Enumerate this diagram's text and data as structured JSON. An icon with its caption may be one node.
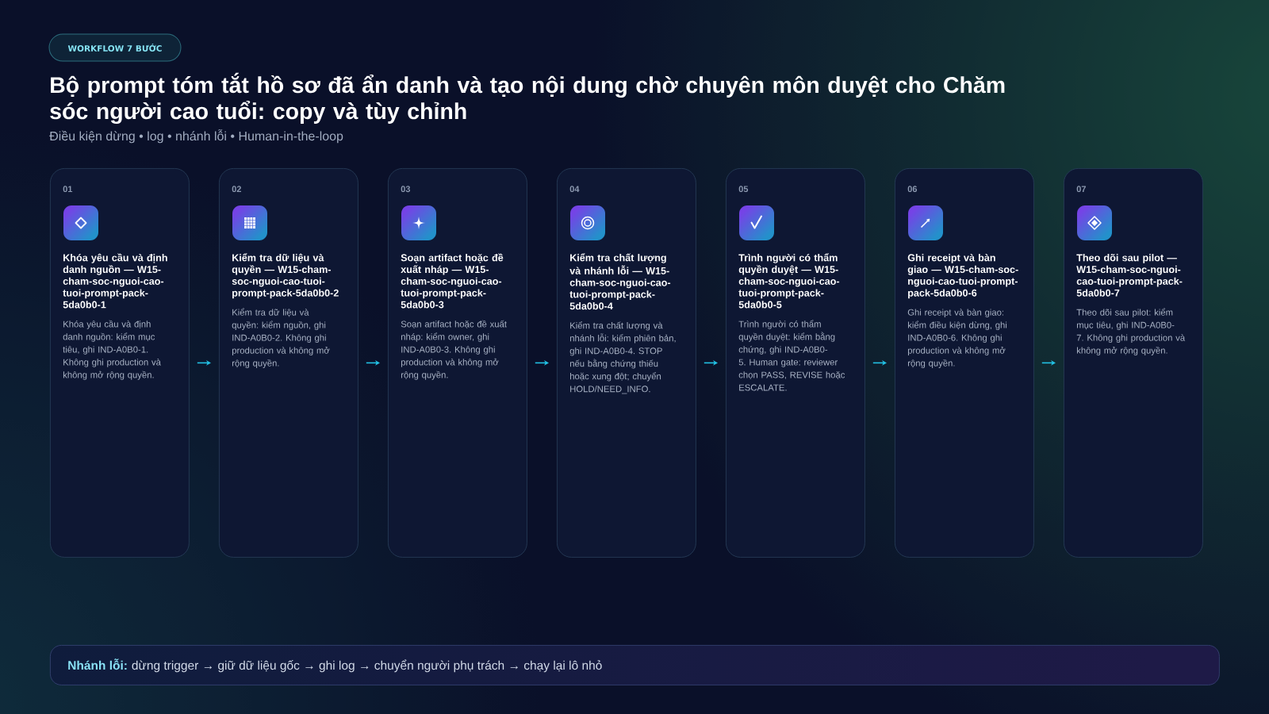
{
  "diagram": {
    "title": "Bộ prompt tóm tắt hồ sơ đã ẩn danh và tạo nội dung chờ chuyên môn duyệt cho Chăm sóc người cao tuổi: copy và tùy chỉnh",
    "nodes": [
      {
        "text": [
          "WORKFLOW 7 BƯỚC"
        ]
      },
      {
        "text": [
          "01",
          "Khóa yêu cầu và định danh nguồn — W15-cham-soc-nguoi-cao-tuoi-prompt-pack-5da0b0-1",
          "Khóa yêu cầu và định danh nguồn: kiểm mục tiêu, ghi IND-A0B0-1. Không ghi production và không mở rộng quyền."
        ]
      },
      {
        "text": [
          "02",
          "Kiểm tra dữ liệu và quyền — W15-cham-soc-nguoi-cao-tuoi-prompt-pack-5da0b0-2",
          "Kiểm tra dữ liệu và quyền: kiểm nguồn, ghi IND-A0B0-2. Không ghi production và không mở rộng quyền."
        ]
      },
      {
        "text": [
          "03",
          "Soạn artifact hoặc đề xuất nháp — W15-cham-soc-nguoi-cao-tuoi-prompt-pack-5da0b0-3",
          "Soạn artifact hoặc đề xuất nháp: kiểm owner, ghi IND-A0B0-3. Không ghi production và không mở rộng quyền."
        ]
      },
      {
        "text": [
          "04",
          "Kiểm tra chất lượng và nhánh lỗi — W15-cham-soc-nguoi-cao-tuoi-prompt-pack-5da0b0-4",
          "Kiểm tra chất lượng và nhánh lỗi: kiểm phiên bản, ghi IND-A0B0-4. STOP nếu bằng chứng thiếu hoặc xung đột; chuyển HOLD/NEED_INFO."
        ]
      },
      {
        "text": [
          "05",
          "Trình người có thẩm quyền duyệt — W15-cham-soc-nguoi-cao-tuoi-prompt-pack-5da0b0-5",
          "Trình người có thẩm quyền duyệt: kiểm bằng chứng, ghi IND-A0B0-5. Human gate: reviewer chọn PASS, REVISE hoặc ESCALATE."
        ]
      },
      {
        "text": [
          "06",
          "Ghi receipt và bàn giao — W15-cham-soc-nguoi-cao-tuoi-prompt-pack-5da0b0-6",
          "Ghi receipt và bàn giao: kiểm điều kiện dừng, ghi IND-A0B0-6. Không ghi production và không mở rộng quyền."
        ]
      },
      {
        "text": [
          "07",
          "Theo dõi sau pilot — W15-cham-soc-nguoi-cao-tuoi-prompt-pack-5da0b0-7",
          "Theo dõi sau pilot: kiểm mục tiêu, ghi IND-A0B0-7. Không ghi production và không mở rộng quyền."
        ]
      },
      {
        "text": [
          "Nhánh lỗi:",
          "dừng trigger → giữ dữ liệu gốc → ghi log → chuyển người phụ trách → chạy lại lô nhỏ"
        ]
      }
    ],
    "edges": [
      {
        "from": 1,
        "to": 2,
        "arrow": "to"
      },
      {
        "from": 2,
        "to": 3,
        "arrow": "to"
      },
      {
        "from": 3,
        "to": 4,
        "arrow": "to"
      },
      {
        "from": 4,
        "to": 5,
        "arrow": "to"
      },
      {
        "from": 5,
        "to": 6,
        "arrow": "to"
      },
      {
        "from": 6,
        "to": 7,
        "arrow": "to"
      }
    ],
    "labels": [
      "Điều kiện dừng • log • nhánh lỗi • Human-in-the-loop"
    ]
  }
}
